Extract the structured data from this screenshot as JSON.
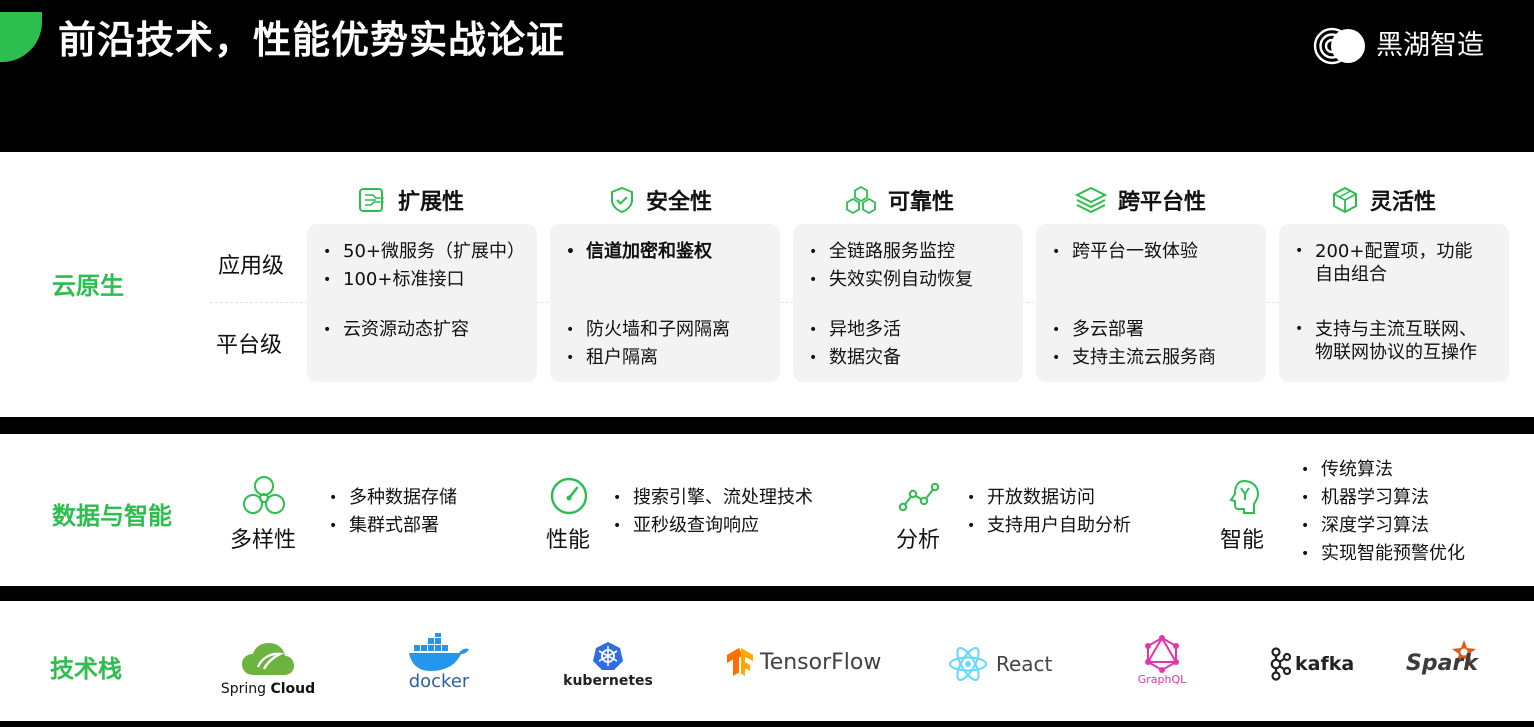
{
  "header": {
    "title": "前沿技术，性能优势实战论证",
    "brand": "黑湖智造"
  },
  "cloud_native": {
    "label": "云原生",
    "rows": [
      "应用级",
      "平台级"
    ],
    "columns": [
      {
        "title": "扩展性",
        "icon": "circuit-icon",
        "app": [
          "50+微服务（扩展中）",
          "100+标准接口"
        ],
        "platform": [
          "云资源动态扩容"
        ]
      },
      {
        "title": "安全性",
        "icon": "shield-check-icon",
        "app": [
          "信道加密和鉴权"
        ],
        "platform": [
          "防火墙和子网隔离",
          "租户隔离"
        ]
      },
      {
        "title": "可靠性",
        "icon": "hexagon-cluster-icon",
        "app": [
          "全链路服务监控",
          "失效实例自动恢复"
        ],
        "platform": [
          "异地多活",
          "数据灾备"
        ]
      },
      {
        "title": "跨平台性",
        "icon": "layers-icon",
        "app": [
          "跨平台一致体验"
        ],
        "platform": [
          "多云部署",
          "支持主流云服务商"
        ]
      },
      {
        "title": "灵活性",
        "icon": "cube-icon",
        "app": [
          "200+配置项，功能",
          "自由组合"
        ],
        "platform": [
          "支持与主流互联网、",
          "物联网协议的互操作"
        ]
      }
    ]
  },
  "data_intelligence": {
    "label": "数据与智能",
    "features": [
      {
        "title": "多样性",
        "icon": "circles-cluster-icon",
        "items": [
          "多种数据存储",
          "集群式部署"
        ]
      },
      {
        "title": "性能",
        "icon": "speedometer-icon",
        "items": [
          "搜索引擎、流处理技术",
          "亚秒级查询响应"
        ]
      },
      {
        "title": "分析",
        "icon": "line-chart-icon",
        "items": [
          "开放数据访问",
          "支持用户自助分析"
        ]
      },
      {
        "title": "智能",
        "icon": "brain-head-icon",
        "items": [
          "传统算法",
          "机器学习算法",
          "深度学习算法",
          "实现智能预警优化"
        ]
      }
    ]
  },
  "tech_stack": {
    "label": "技术栈",
    "logos": [
      {
        "name": "Spring Cloud",
        "icon": "spring-cloud-logo",
        "text_a": "Spring",
        "text_b": "Cloud"
      },
      {
        "name": "docker",
        "icon": "docker-whale-logo",
        "text": "docker"
      },
      {
        "name": "kubernetes",
        "icon": "kubernetes-helm-logo",
        "text": "kubernetes"
      },
      {
        "name": "TensorFlow",
        "icon": "tensorflow-logo",
        "text": "TensorFlow"
      },
      {
        "name": "React",
        "icon": "react-atom-logo",
        "text": "React"
      },
      {
        "name": "GraphQL",
        "icon": "graphql-logo",
        "text": "GraphQL"
      },
      {
        "name": "kafka",
        "icon": "kafka-logo",
        "text": "kafka"
      },
      {
        "name": "Spark",
        "icon": "spark-logo",
        "text": "Spark"
      }
    ]
  },
  "colors": {
    "accent": "#2ebd4f",
    "background": "#000000",
    "card": "#f3f3f3"
  }
}
